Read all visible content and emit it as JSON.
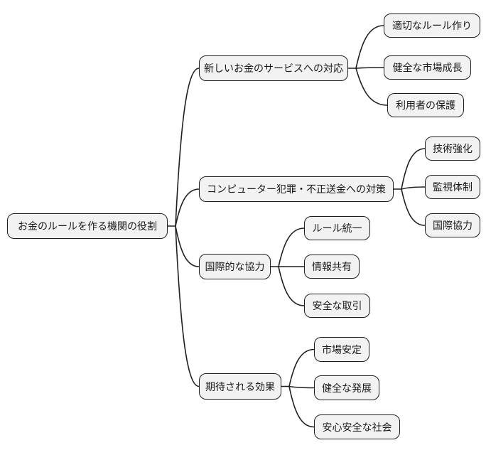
{
  "diagram": {
    "type": "mindmap",
    "colors": {
      "background": "#ffffff",
      "node_fill": "#f2f2f2",
      "node_border": "#1f1f1f",
      "edge": "#1f1f1f"
    },
    "root": {
      "id": "root",
      "label": "お金のルールを作る機関の役割",
      "children": [
        {
          "id": "b1",
          "label": "新しいお金のサービスへの対応",
          "children": [
            {
              "id": "b1c1",
              "label": "適切なルール作り"
            },
            {
              "id": "b1c2",
              "label": "健全な市場成長"
            },
            {
              "id": "b1c3",
              "label": "利用者の保護"
            }
          ]
        },
        {
          "id": "b2",
          "label": "コンピューター犯罪・不正送金への対策",
          "children": [
            {
              "id": "b2c1",
              "label": "技術強化"
            },
            {
              "id": "b2c2",
              "label": "監視体制"
            },
            {
              "id": "b2c3",
              "label": "国際協力"
            }
          ]
        },
        {
          "id": "b3",
          "label": "国際的な協力",
          "children": [
            {
              "id": "b3c1",
              "label": "ルール統一"
            },
            {
              "id": "b3c2",
              "label": "情報共有"
            },
            {
              "id": "b3c3",
              "label": "安全な取引"
            }
          ]
        },
        {
          "id": "b4",
          "label": "期待される効果",
          "children": [
            {
              "id": "b4c1",
              "label": "市場安定"
            },
            {
              "id": "b4c2",
              "label": "健全な発展"
            },
            {
              "id": "b4c3",
              "label": "安心安全な社会"
            }
          ]
        }
      ]
    }
  }
}
